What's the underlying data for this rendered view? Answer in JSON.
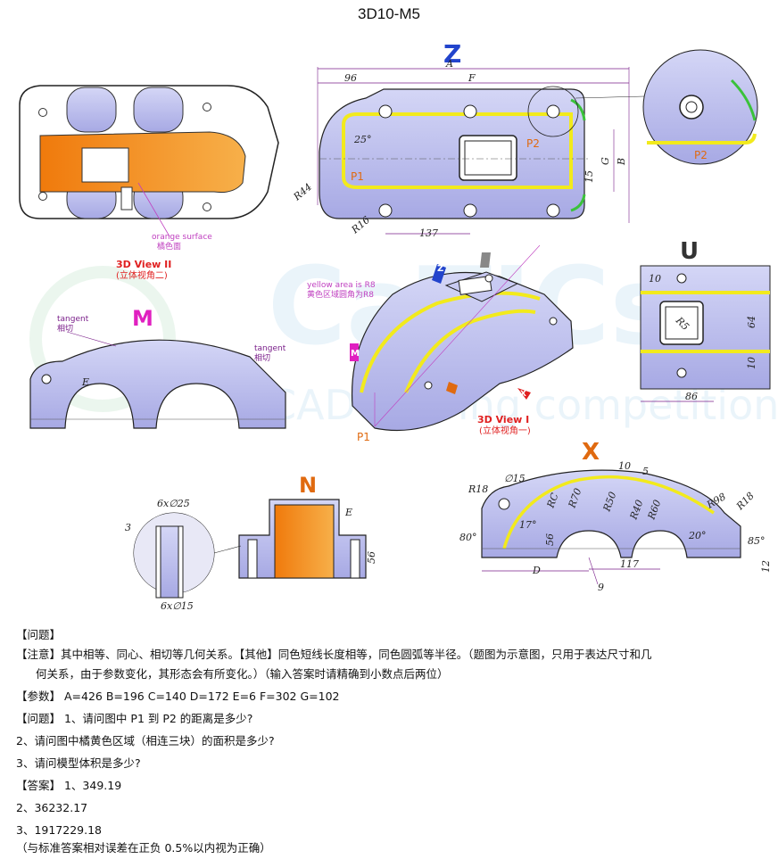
{
  "title": "3D10-M5",
  "view_letters": {
    "z": "Z",
    "u": "U",
    "m": "M",
    "n": "N",
    "x": "X"
  },
  "labels": {
    "view2_en": "3D View II",
    "view2_cn": "(立体视角二)",
    "view1_en": "3D View I",
    "view1_cn": "(立体视角一)",
    "orange_en": "orange surface",
    "orange_cn": "橘色面",
    "yellow_en": "yellow area is R8",
    "yellow_cn": "黄色区域圆角为R8",
    "tangent_en": "tangent",
    "tangent_cn": "相切",
    "p1": "P1",
    "p2": "P2",
    "watermark": "CADdrawing competition",
    "watermark_logo": "CaTICs"
  },
  "dims_z": {
    "a": "A",
    "f": "F",
    "d96": "96",
    "ang25": "25°",
    "b": "B",
    "g": "G",
    "d15": "15",
    "r44": "R44",
    "r16": "R16",
    "d137": "137"
  },
  "dims_u": {
    "d10": "10",
    "r5": "R5",
    "d64": "64",
    "d10b": "10",
    "d86": "86"
  },
  "dims_m": {
    "e": "E"
  },
  "dims_n": {
    "holes_top": "6x∅25",
    "holes_bot": "6x∅15",
    "d3": "3",
    "d56": "56",
    "e": "E"
  },
  "dims_x": {
    "r18a": "R18",
    "d15": "∅15",
    "rc": "RC",
    "r70": "R70",
    "r50": "R50",
    "r40": "R40",
    "r60": "R60",
    "r98": "R98",
    "r18b": "R18",
    "d10": "10",
    "d5": "5",
    "a17": "17°",
    "a80": "80°",
    "d56": "56",
    "a20": "20°",
    "a85": "85°",
    "d117": "117",
    "d": "D",
    "d9": "9",
    "d12": "12"
  },
  "text": {
    "q_head": "【问题】",
    "note1": "【注意】其中相等、同心、相切等几何关系。【其他】同色短线长度相等，同色圆弧等半径。（题图为示意图，只用于表达尺寸和几",
    "note2": "何关系，由于参数变化，其形态会有所变化。）（输入答案时请精确到小数点后两位）",
    "params": "【参数】  A=426   B=196   C=140   D=172   E=6   F=302   G=102",
    "q1": "【问题】  1、请问图中 P1 到 P2 的距离是多少?",
    "q2": "2、请问图中橘黄色区域（相连三块）的面积是多少?",
    "q3": "3、请问模型体积是多少?",
    "a1": "【答案】  1、349.19",
    "a2": "2、36232.17",
    "a3": "3、1917229.18",
    "tol": "（与标准答案相对误差在正负 0.5%以内视为正确）"
  },
  "colors": {
    "body": "#b7b9ee",
    "edge": "#2b2b6e",
    "orange": "#f28a14",
    "yellow": "#f2ea1c",
    "blue": "#2244cc",
    "orange_txt": "#e06a10",
    "magenta": "#e020c0",
    "red": "#e02020",
    "dim": "#7a1f8a"
  }
}
